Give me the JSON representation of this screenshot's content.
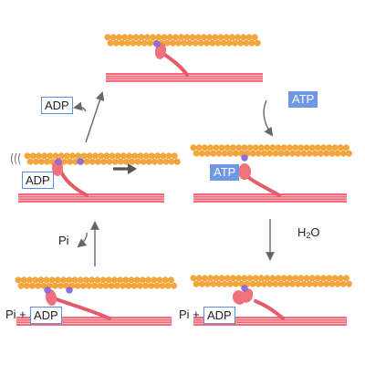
{
  "labels": {
    "adp": "ADP",
    "atp": "ATP",
    "pi": "Pi",
    "pi_plus": "Pi +",
    "water_h": "H",
    "water_sub": "2",
    "water_o": "O"
  },
  "colors": {
    "actin_bead": "#f4a63c",
    "actin_bead_edge": "#e59a2e",
    "myosin_filament": "#f26d7a",
    "myosin_filament_stripe": "#fbd0d4",
    "myosin_head": "#f0727c",
    "myosin_neck": "#e55b69",
    "binding_site": "#8c6fe0",
    "arrow": "#666666",
    "power_stroke_arrow": "#555555",
    "adp_border": "#5b8fd6",
    "atp_fill": "#6e98e6"
  }
}
